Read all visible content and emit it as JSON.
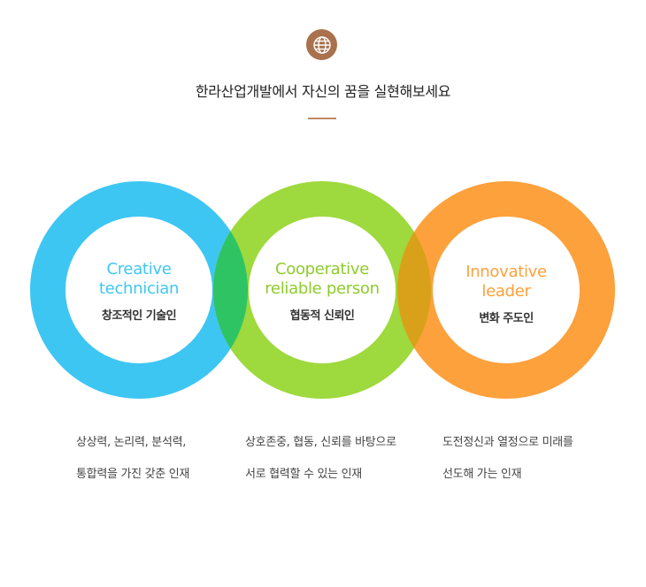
{
  "header": {
    "icon": "globe-icon",
    "headline": "한라산업개발에서 자신의 꿈을 실현해보세요"
  },
  "colors": {
    "brown": "#a9714c",
    "blue": "#3ec6f3",
    "green": "#9ed93d",
    "orange": "#fda13c",
    "blue_green_overlap": "#2fc463",
    "green_orange_overlap": "#d9a11a"
  },
  "values": [
    {
      "title_line1": "Creative",
      "title_line2": "technician",
      "korean": "창조적인 기술인",
      "desc_line1": "상상력, 논리력, 분석력,",
      "desc_line2": "통합력을 가진 갖춘 인재"
    },
    {
      "title_line1": "Cooperative",
      "title_line2": "reliable person",
      "korean": "협동적 신뢰인",
      "desc_line1": "상호존중, 협동, 신뢰를 바탕으로",
      "desc_line2": "서로 협력할 수 있는 인재"
    },
    {
      "title_line1": "Innovative",
      "title_line2": "leader",
      "korean": "변화 주도인",
      "desc_line1": "도전정신과 열정으로 미래를",
      "desc_line2": "선도해 가는 인재"
    }
  ]
}
